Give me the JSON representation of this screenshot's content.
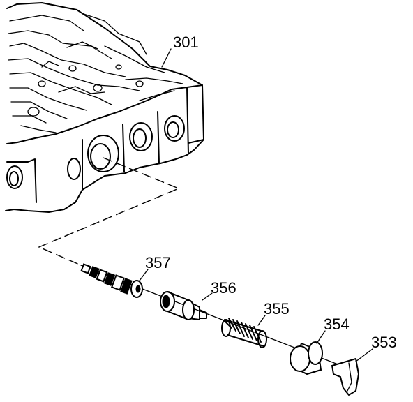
{
  "callouts": {
    "valve_body": "301",
    "part_357": "357",
    "part_356": "356",
    "part_355": "355",
    "part_354": "354",
    "part_353": "353"
  }
}
